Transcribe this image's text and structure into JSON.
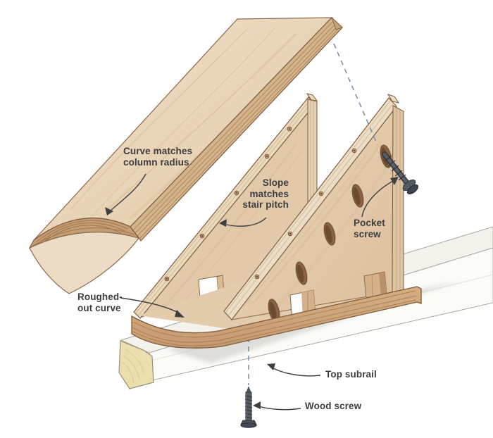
{
  "diagram": {
    "labels": {
      "curve": "Curve matches\ncolumn radius",
      "slope": "Slope\nmatches\nstair pitch",
      "pocket_screw": "Pocket\nscrew",
      "roughed": "Roughed-\nout curve",
      "top_subrail": "Top subrail",
      "wood_screw": "Wood screw"
    },
    "parts": {
      "top-board": "curved-top blank",
      "rear-bracket": "sloped bracket (rear)",
      "front-bracket": "sloped bracket with pocket holes (front)",
      "base-plate": "roughed-out curved base",
      "top-subrail": "top subrail",
      "pocket-screw-icon": "pocket screw",
      "wood-screw-icon": "wood screw",
      "alignment-dashed-line": "screw alignment line"
    },
    "colors": {
      "background": "#ffffff",
      "wood_face": "#e9d3b6",
      "wood_face_dark": "#dcc09e",
      "wood_edge": "#d4b48c",
      "edge_line": "#a2764c",
      "outline": "#7d5c3e",
      "base_band": "#cda379",
      "pocket_hole": "#7b573a",
      "subrail_end": "#ebdfae",
      "subrail_gray": "#a9a8a0",
      "screw": "#545a63",
      "dash_line": "#7d93ab",
      "ink": "#3d3d3d"
    }
  }
}
